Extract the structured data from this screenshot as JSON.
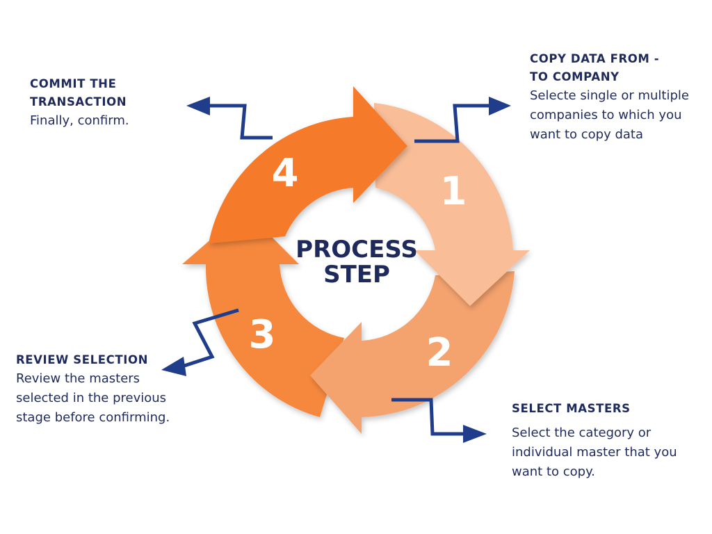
{
  "center_label": {
    "line1": "PROCESS",
    "line2": "STEP"
  },
  "colors": {
    "step1": "#f9bd98",
    "step2": "#f4a26e",
    "step3": "#f6883e",
    "step4": "#f57a2a",
    "connector": "#1f3d8a",
    "text": "#1f2a5c"
  },
  "steps": [
    {
      "number": "1",
      "title": "COPY DATA FROM -\nTO COMPANY",
      "description": "Selecte single or multiple\ncompanies to which you\nwant to copy data"
    },
    {
      "number": "2",
      "title": "SELECT MASTERS",
      "description": "Select the category or\nindividual master that you\nwant to copy."
    },
    {
      "number": "3",
      "title": "REVIEW SELECTION",
      "description": "Review the masters\nselected in the previous\nstage before confirming."
    },
    {
      "number": "4",
      "title": "COMMIT THE\nTRANSACTION",
      "description": "Finally, confirm."
    }
  ]
}
